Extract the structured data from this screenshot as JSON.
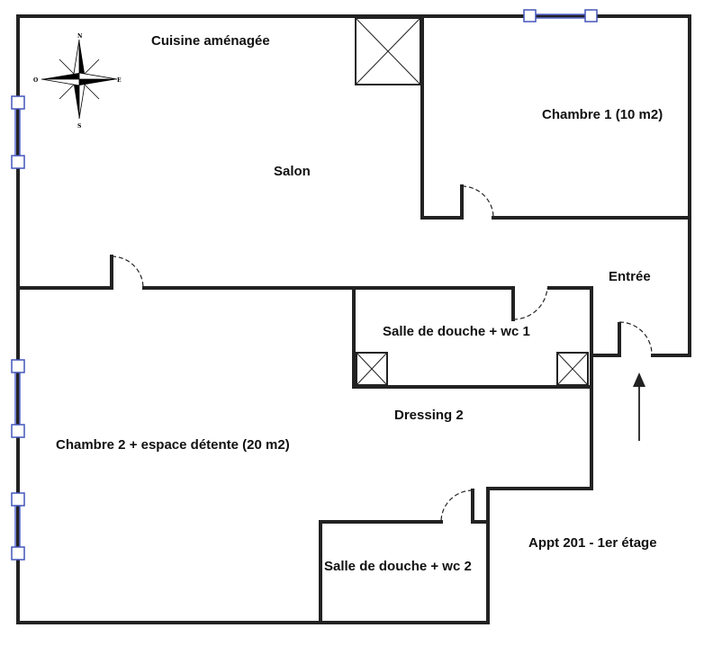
{
  "rooms": {
    "cuisine": "Cuisine aménagée",
    "salon": "Salon",
    "chambre1": "Chambre 1 (10 m2)",
    "entree": "Entrée",
    "douche1": "Salle de douche + wc 1",
    "dressing": "Dressing 2",
    "chambre2": "Chambre 2 + espace détente (20 m2)",
    "douche2": "Salle de douche + wc 2"
  },
  "caption": "Appt 201 - 1er étage",
  "compass": {
    "north": "N",
    "south": "S",
    "east": "E",
    "west": "O"
  },
  "colors": {
    "walls": "#222222",
    "windows": "#4455bb",
    "background": "#ffffff"
  }
}
